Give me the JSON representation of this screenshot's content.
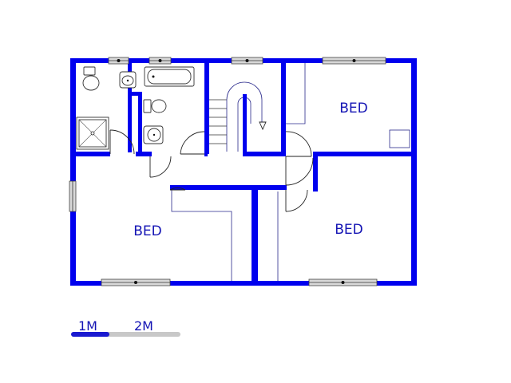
{
  "rooms": {
    "bed_1": "BED",
    "bed_2": "BED",
    "bed_3": "BED"
  },
  "scale_bar": {
    "label_1": "1M",
    "label_2": "2M"
  },
  "colors": {
    "wall": "#0000ee",
    "label": "#1414b4",
    "scale_dark": "#1a1ad0",
    "scale_light": "#c8c8c8"
  }
}
